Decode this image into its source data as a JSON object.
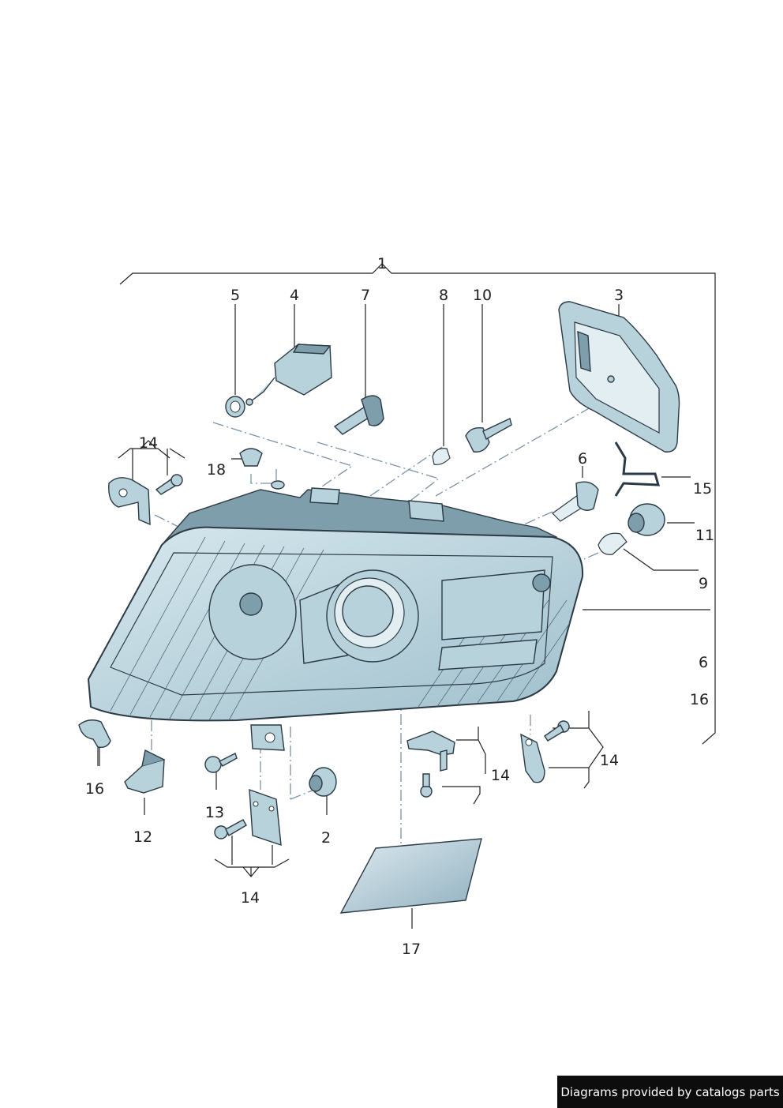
{
  "diagram": {
    "callouts": {
      "c1": "1",
      "c2": "2",
      "c3": "3",
      "c4": "4",
      "c5": "5",
      "c6a": "6",
      "c6b": "6",
      "c7": "7",
      "c8": "8",
      "c9": "9",
      "c10": "10",
      "c11": "11",
      "c12": "12",
      "c13": "13",
      "c14a": "14",
      "c14b": "14",
      "c14c": "14",
      "c14d": "14",
      "c15": "15",
      "c16a": "16",
      "c16b": "16",
      "c17": "17",
      "c18": "18"
    }
  },
  "footer": {
    "credit": "Diagrams provided by catalogs parts"
  }
}
